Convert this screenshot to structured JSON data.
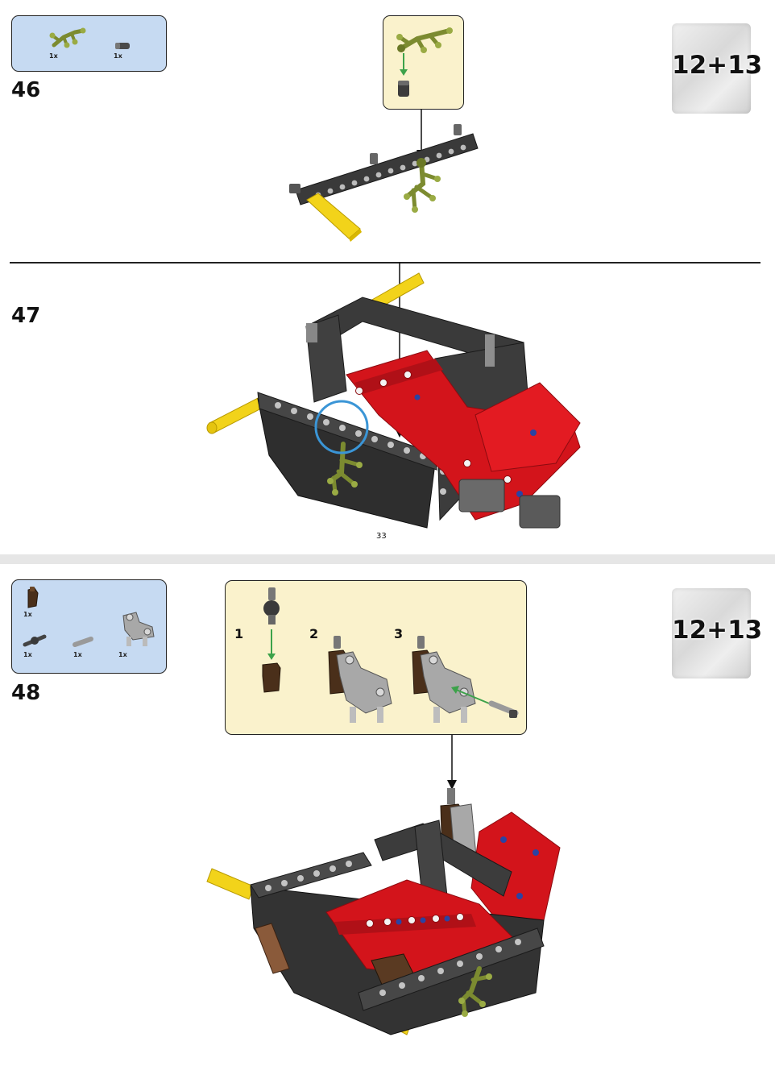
{
  "pages": [
    {
      "page_number": "33",
      "steps": [
        {
          "number": "46",
          "parts": [
            {
              "name": "olive-branch-element",
              "qty": "1x"
            },
            {
              "name": "black-pin-connector",
              "qty": "1x"
            }
          ],
          "bag_label": "12+13"
        },
        {
          "number": "47"
        }
      ]
    },
    {
      "steps": [
        {
          "number": "48",
          "parts": [
            {
              "name": "brown-connector",
              "qty": "1x"
            },
            {
              "name": "axle-pin-with-bushing",
              "qty": "1x"
            },
            {
              "name": "grey-pin",
              "qty": "1x"
            },
            {
              "name": "grey-double-connector",
              "qty": "1x"
            }
          ],
          "bag_label": "12+13",
          "substeps": [
            "1",
            "2",
            "3"
          ]
        }
      ]
    }
  ],
  "colors": {
    "parts_box": "#c6daf2",
    "sub_box": "#faf2cc",
    "highlight_circle": "#3a95d6",
    "arrow_green": "#3ca24a",
    "lego_red": "#d3141b",
    "lego_black": "#3a3a3a",
    "lego_yellow": "#f2d31a",
    "lego_olive": "#8a9a3a",
    "lego_brown": "#4a2f1a",
    "lego_grey": "#a8a8a8"
  }
}
